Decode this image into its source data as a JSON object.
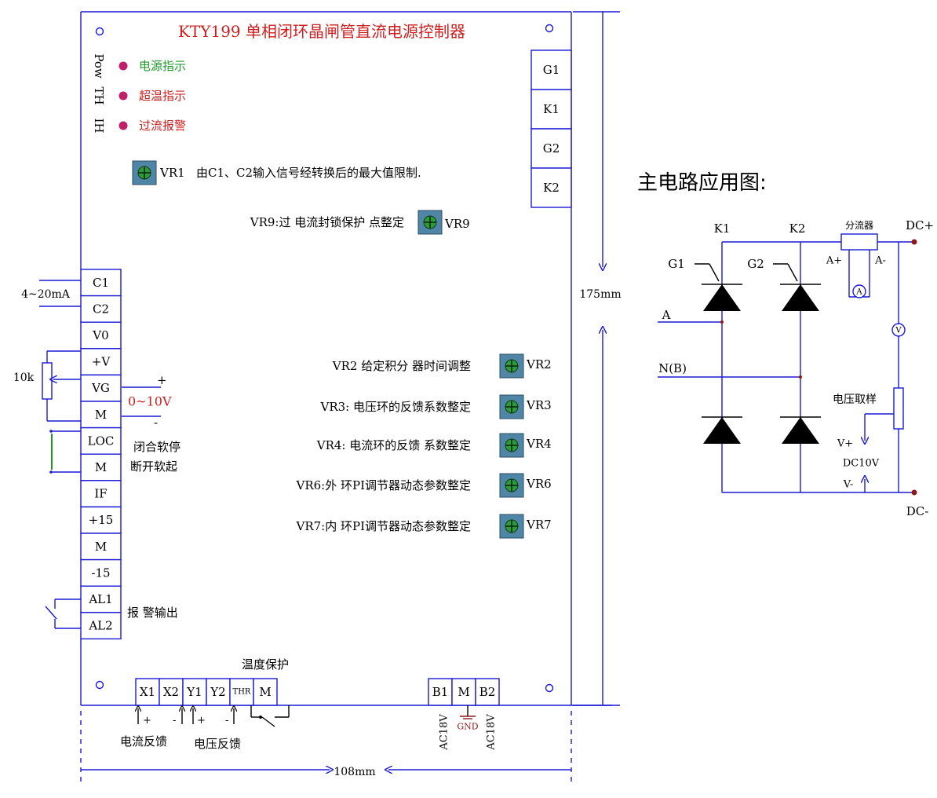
{
  "board": {
    "title": "KTY199 单相闭环晶闸管直流电源控制器",
    "width_label": "108mm",
    "height_label": "175mm"
  },
  "leds": [
    {
      "code": "Pow",
      "label": "电源指示",
      "text_color": "#1f9a2a"
    },
    {
      "code": "TH",
      "label": "超温指示",
      "text_color": "#cc1f1f"
    },
    {
      "code": "IH",
      "label": "过流报警",
      "text_color": "#cc1f1f"
    }
  ],
  "led_color": "#c0206a",
  "right_terminals": [
    "G1",
    "K1",
    "G2",
    "K2"
  ],
  "left_terminals": [
    "C1",
    "C2",
    "V0",
    "+V",
    "VG",
    "M",
    "LOC",
    "M",
    "IF",
    "+15",
    "M",
    "-15",
    "AL1",
    "AL2"
  ],
  "bottom_terminals_left": [
    "X1",
    "X2",
    "Y1",
    "Y2",
    "THR",
    "M"
  ],
  "bottom_terminals_right": [
    "B1",
    "M",
    "B2"
  ],
  "pots": {
    "vr1": {
      "label": "VR1",
      "desc": "由C1、C2输入信号经转换后的最大值限制."
    },
    "vr9": {
      "label": "VR9",
      "desc": "VR9:过 电流封锁保护 点整定"
    },
    "side": [
      {
        "label": "VR2",
        "desc": "VR2 给定积分 器时间调整"
      },
      {
        "label": "VR3",
        "desc": "VR3: 电压环的反馈系数整定"
      },
      {
        "label": "VR4",
        "desc": "VR4: 电流环的反馈 系数整定"
      },
      {
        "label": "VR6",
        "desc": "VR6:外 环PI调节器动态参数整定"
      },
      {
        "label": "VR7",
        "desc": "VR7:内 环PI调节器动态参数整定"
      }
    ]
  },
  "annotations": {
    "current_input": "4~20mA",
    "pot_value": "10k",
    "voltage_range": "0~10V",
    "plus": "+",
    "minus": "-",
    "loc_close": "闭合软停",
    "loc_open": "断开软起",
    "alarm_output": "报 警输出",
    "overtemp": "温度保护",
    "current_feedback": "电流反馈",
    "voltage_feedback": "电压反馈",
    "ac18v": "AC18V",
    "gnd": "GND"
  },
  "circuit": {
    "title": "主电路应用图:",
    "k1": "K1",
    "k2": "K2",
    "g1": "G1",
    "g2": "G2",
    "a": "A",
    "nb": "N(B)",
    "shunt": "分流器",
    "a_plus": "A+",
    "a_minus": "A-",
    "ammeter": "A",
    "voltmeter": "V",
    "dc_plus": "DC+",
    "dc_minus": "DC-",
    "voltage_sample": "电压取样",
    "v_plus": "V+",
    "dc10v": "DC10V",
    "v_minus": "V-"
  }
}
